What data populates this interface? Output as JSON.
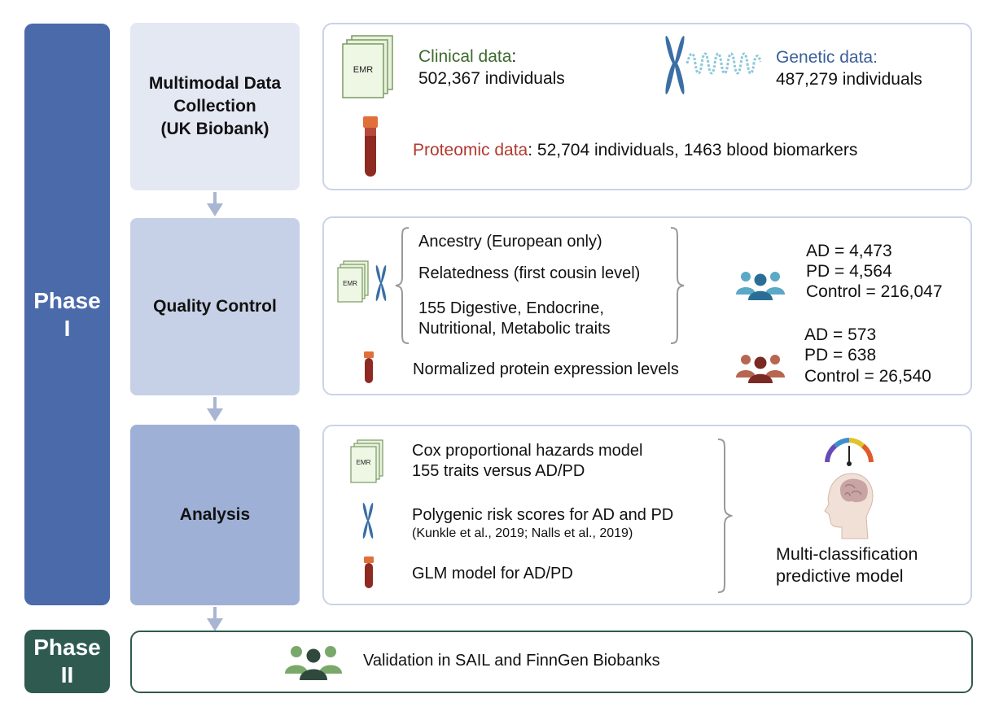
{
  "phases": {
    "phase1": "Phase\nI",
    "phase2": "Phase\nII"
  },
  "steps": {
    "collection": "Multimodal Data\nCollection\n(UK Biobank)",
    "qc": "Quality Control",
    "analysis": "Analysis"
  },
  "collection_panel": {
    "emr_label": "EMR",
    "clinical_title": "Clinical data",
    "clinical_colon": ":",
    "clinical_count": "502,367 individuals",
    "genetic_title": "Genetic data:",
    "genetic_count": "487,279 individuals",
    "proteomic_title": "Proteomic data",
    "proteomic_detail": ": 52,704 individuals, 1463 blood biomarkers"
  },
  "qc_panel": {
    "emr_label": "EMR",
    "criteria": [
      "Ancestry (European only)",
      "Relatedness (first cousin level)",
      "155 Digestive, Endocrine,",
      "Nutritional, Metabolic traits"
    ],
    "protein_qc": "Normalized protein expression levels",
    "clinical_cohort": [
      "AD = 4,473",
      "PD = 4,564",
      "Control = 216,047"
    ],
    "protein_cohort": [
      "AD = 573",
      "PD = 638",
      "Control = 26,540"
    ]
  },
  "analysis_panel": {
    "emr_label": "EMR",
    "cox_line1": "Cox proportional hazards model",
    "cox_line2": "155 traits versus AD/PD",
    "prs_line1": "Polygenic risk scores for AD and PD",
    "prs_line2": "(Kunkle et al., 2019; Nalls et al., 2019)",
    "glm": "GLM model for AD/PD",
    "model_line1": "Multi-classification",
    "model_line2": "predictive model"
  },
  "validation": {
    "text": "Validation in SAIL and FinnGen Biobanks"
  },
  "colors": {
    "phase1": "#4a6aaa",
    "phase2": "#2f5a50",
    "clinical": "#3d6b2e",
    "genetic": "#3a5f9a",
    "proteomic": "#b23a2e",
    "people_blue": "#5aa9c6",
    "people_brown": "#b7664f",
    "people_green": "#7aa86a"
  }
}
